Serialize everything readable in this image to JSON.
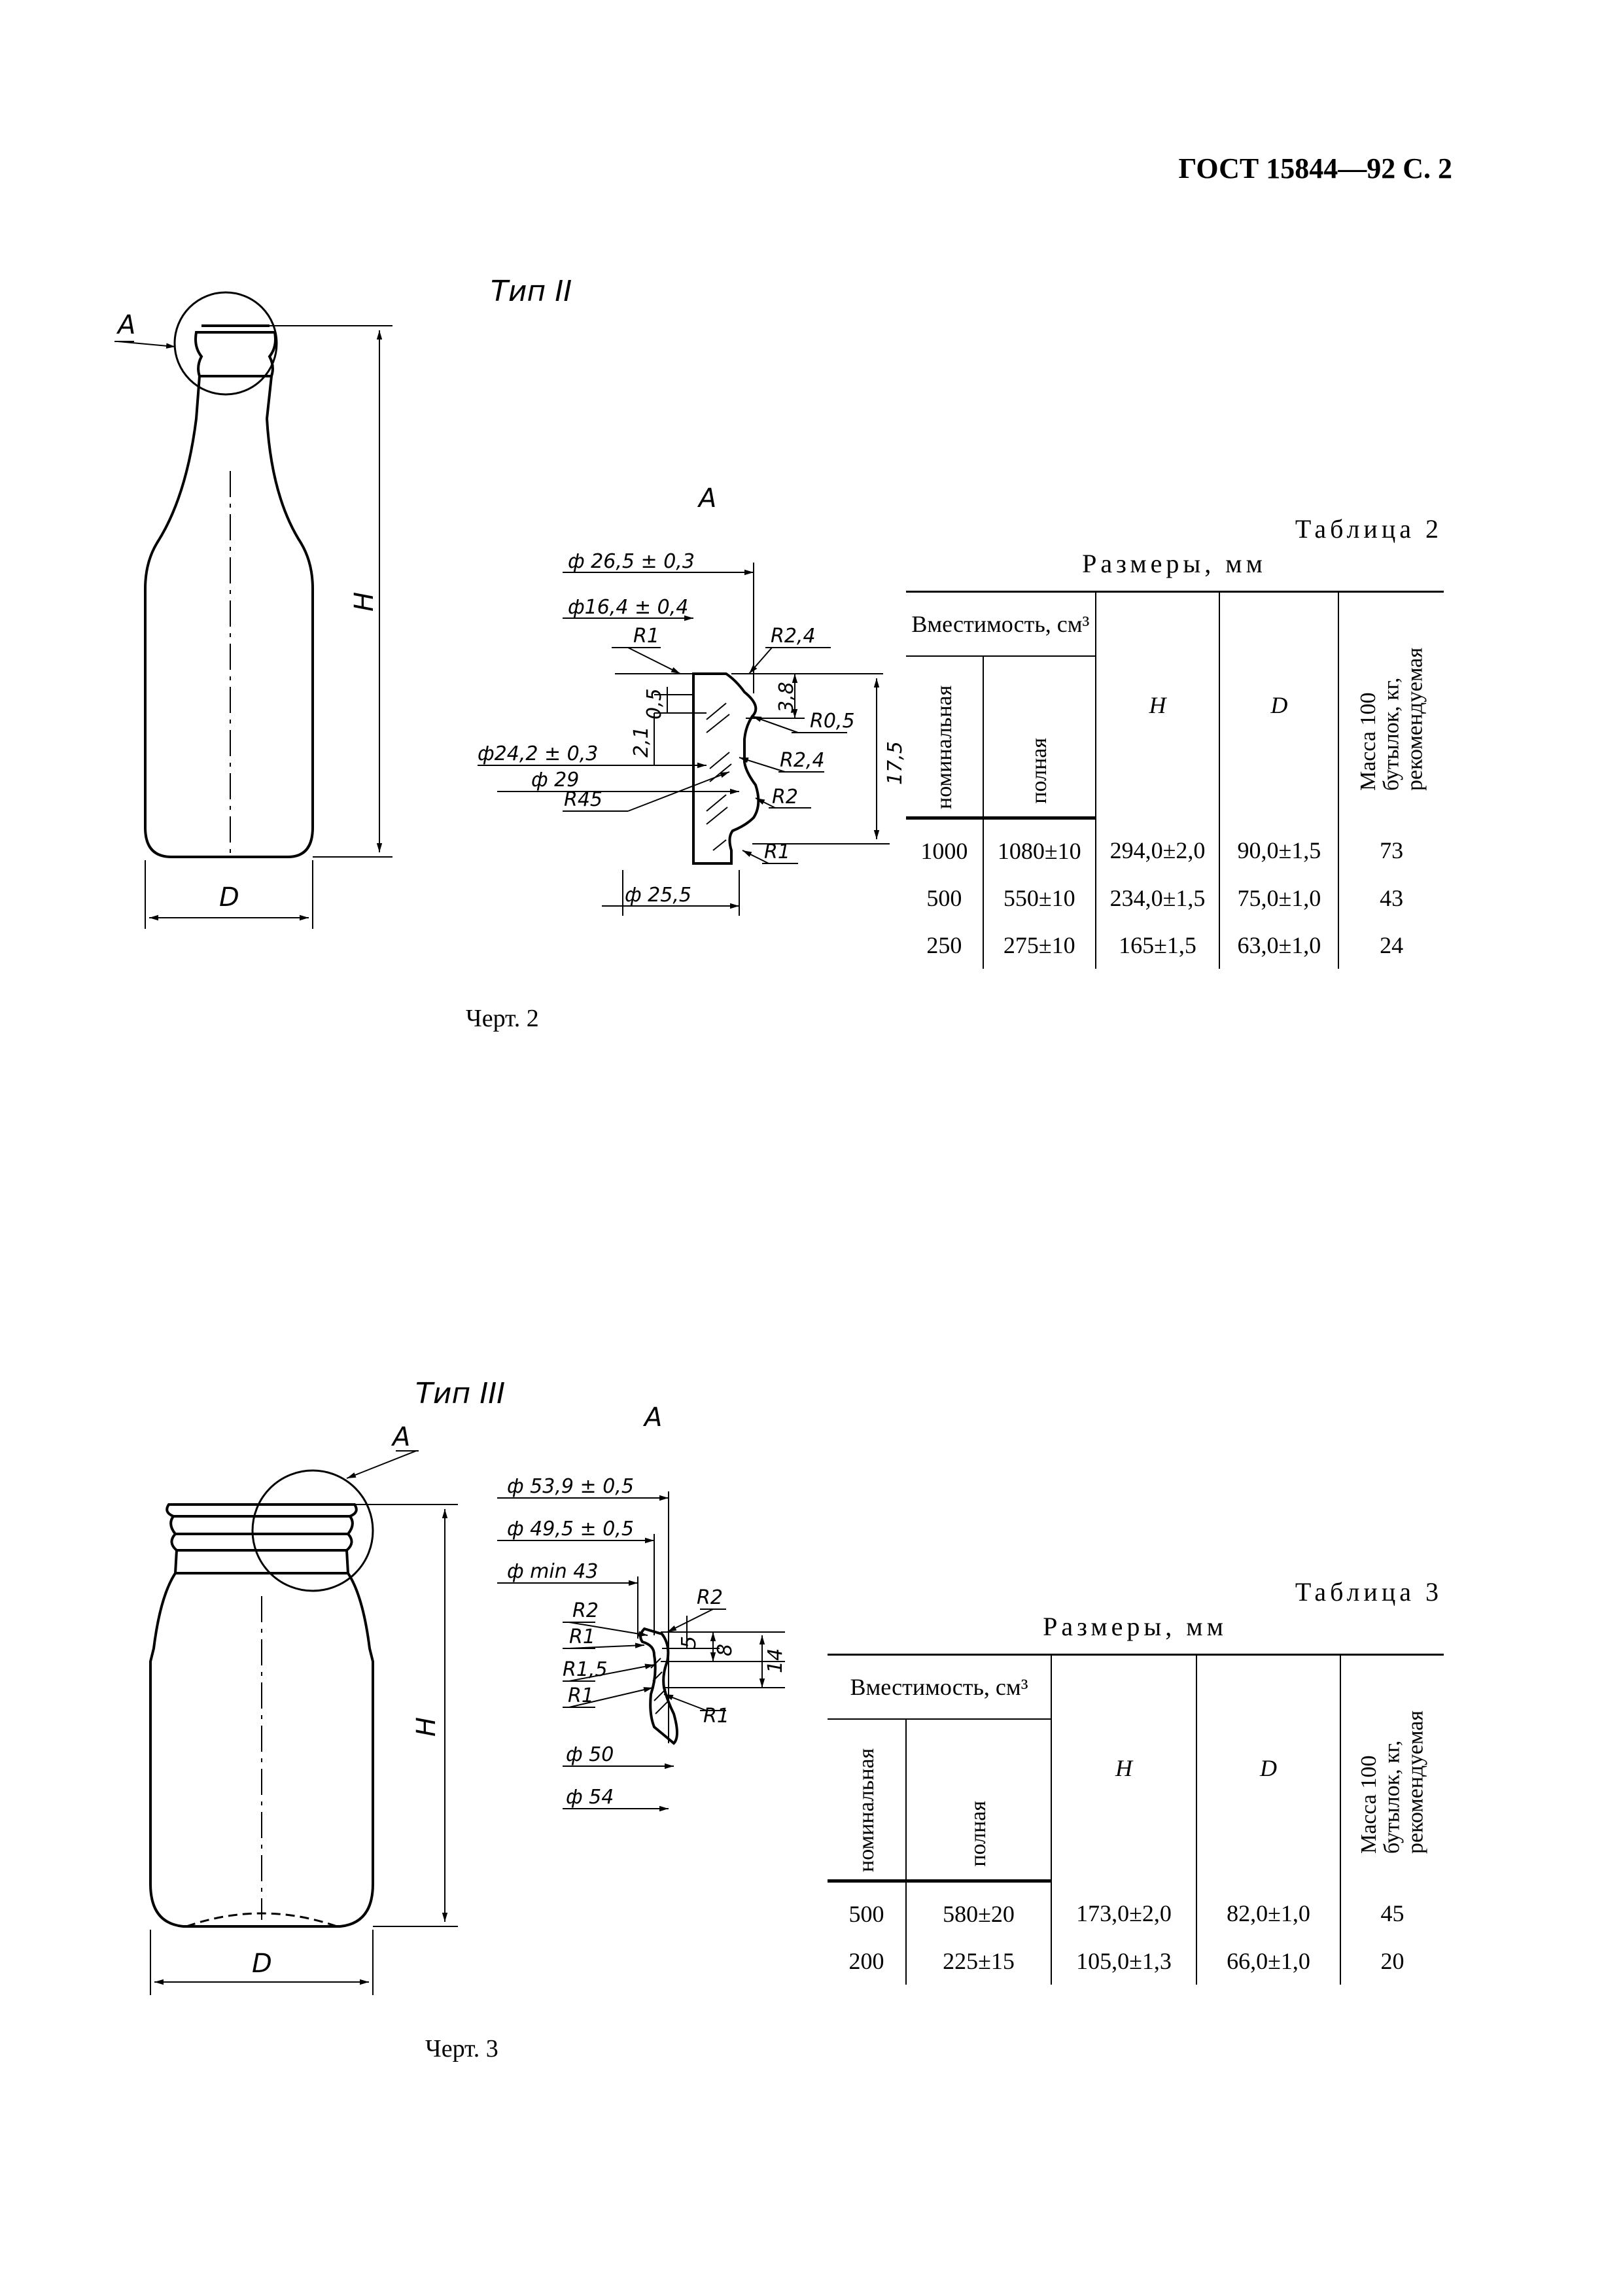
{
  "header": {
    "doc_ref": "ГОСТ 15844—92 С. 2"
  },
  "fig2": {
    "type_label": "Тип II",
    "detail_label": "A",
    "callout": "A",
    "dim_h": "H",
    "dim_d": "D",
    "detail_dims": [
      "ф 26,5 ± 0,3",
      "ф16,4 ± 0,4",
      "R1",
      "R2,4",
      "0,5",
      "3,8",
      "R0,5",
      "2,1",
      "ф24,2 ± 0,3",
      "R2,4",
      "ф 29",
      "17,5",
      "R45",
      "R2",
      "R1",
      "ф 25,5"
    ],
    "caption": "Черт. 2"
  },
  "table2": {
    "caption": "Таблица 2",
    "units": "Размеры, мм",
    "headers": {
      "capacity": "Вместимость, см³",
      "nominal": "номинальная",
      "full": "полная",
      "h": "H",
      "d": "D",
      "mass": "Масса 100 бутылок, кг, рекомендуемая"
    },
    "rows": [
      [
        "1000",
        "1080±10",
        "294,0±2,0",
        "90,0±1,5",
        "73"
      ],
      [
        "500",
        "550±10",
        "234,0±1,5",
        "75,0±1,0",
        "43"
      ],
      [
        "250",
        "275±10",
        "165±1,5",
        "63,0±1,0",
        "24"
      ]
    ]
  },
  "fig3": {
    "type_label": "Тип III",
    "detail_label": "A",
    "callout": "A",
    "dim_h": "H",
    "dim_d": "D",
    "detail_dims": [
      "ф 53,9 ± 0,5",
      "ф 49,5 ± 0,5",
      "ф min 43",
      "R2",
      "R2",
      "R1",
      "5",
      "8",
      "14",
      "R1,5",
      "R1",
      "R1",
      "ф 50",
      "ф 54"
    ],
    "caption": "Черт. 3"
  },
  "table3": {
    "caption": "Таблица 3",
    "units": "Размеры, мм",
    "headers": {
      "capacity": "Вместимость, см³",
      "nominal": "номинальная",
      "full": "полная",
      "h": "H",
      "d": "D",
      "mass": "Масса 100 бутылок, кг, рекомендуемая"
    },
    "rows": [
      [
        "500",
        "580±20",
        "173,0±2,0",
        "82,0±1,0",
        "45"
      ],
      [
        "200",
        "225±15",
        "105,0±1,3",
        "66,0±1,0",
        "20"
      ]
    ]
  }
}
